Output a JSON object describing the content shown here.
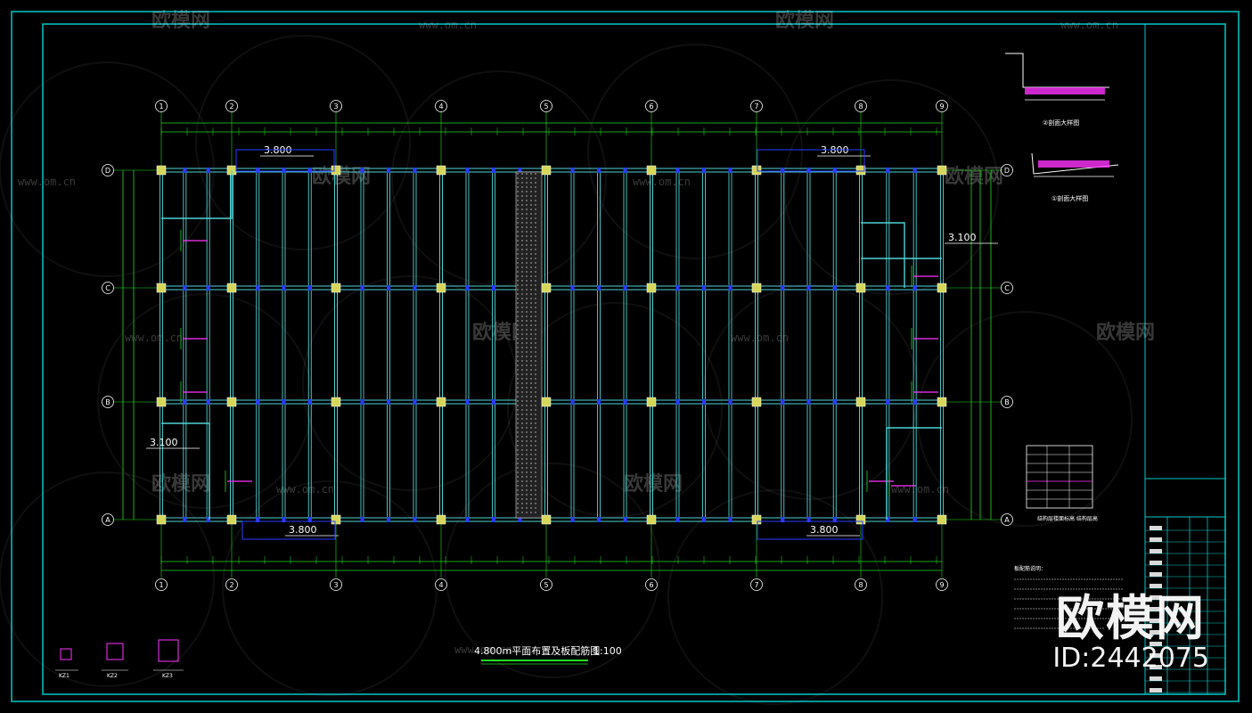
{
  "drawing": {
    "title": "4.800m平面布置及板配筋图",
    "scale": "1:100",
    "axis_labels_x": [
      "1",
      "2",
      "3",
      "4",
      "5",
      "6",
      "7",
      "8",
      "9"
    ],
    "axis_labels_y": [
      "D",
      "C",
      "B",
      "A"
    ],
    "elevation_tags": [
      "3.800",
      "3.800",
      "3.800",
      "3.800",
      "3.100",
      "3.100"
    ],
    "section_labels": [
      "②剖面大样图",
      "①剖面大样图"
    ],
    "detail_labels": [
      "KZ1",
      "KZ2",
      "KZ3"
    ],
    "table_title": "结构层楼面标高\n结构层高",
    "notes_title": "板配筋说明："
  },
  "watermark": {
    "brand": "欧模网",
    "site": "www.om.cn",
    "id_text": "ID:2442075"
  },
  "colors": {
    "background": "#000000",
    "frame": "#00c8c8",
    "beam": "#4fd3d3",
    "axis": "#22dd22",
    "column": "#d6d65a",
    "blue_mark": "#2a3cff",
    "magenta": "#ff33ff",
    "white": "#ffffff"
  }
}
